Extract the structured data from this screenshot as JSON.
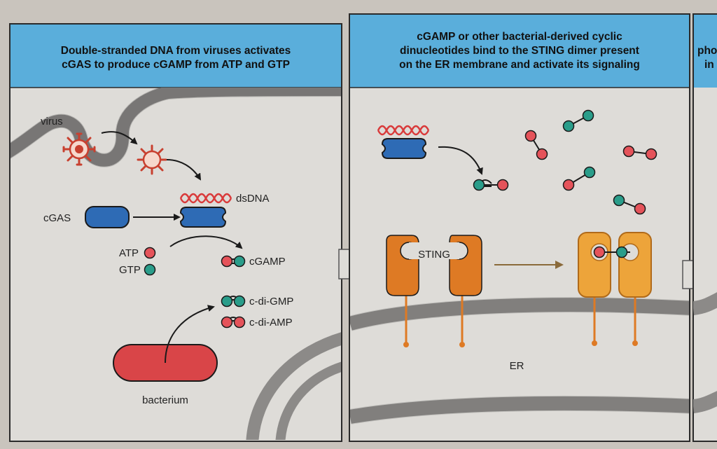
{
  "panels": [
    {
      "header_lines": [
        "Double-stranded DNA from viruses activates",
        "cGAS to produce cGAMP from ATP and GTP"
      ],
      "labels": {
        "virus": "virus",
        "dsdna": "dsDNA",
        "cgas": "cGAS",
        "atp": "ATP",
        "gtp": "GTP",
        "cgamp": "cGAMP",
        "c_di_gmp": "c-di-GMP",
        "c_di_amp": "c-di-AMP",
        "bacterium": "bacterium"
      }
    },
    {
      "header_lines": [
        "cGAMP or other bacterial-derived cyclic",
        "dinucleotides bind to the STING dimer present",
        "on the ER membrane and activate its signaling"
      ],
      "labels": {
        "sting": "STING",
        "er": "ER"
      }
    },
    {
      "header_lines": [
        "pho",
        "in"
      ]
    }
  ],
  "colors": {
    "header_blue": "#5aaedb",
    "panel_gray": "#dedcd8",
    "membrane_gray": "#8c8a88",
    "virus_red": "#c8402f",
    "virus_fill": "#f6d8cc",
    "cgas_blue": "#2e6bb5",
    "atp_red": "#e5535a",
    "gtp_teal": "#2a9d8a",
    "sting_orange": "#de7a24",
    "sting_active": "#eda43a",
    "bacterium_red": "#d94548"
  }
}
